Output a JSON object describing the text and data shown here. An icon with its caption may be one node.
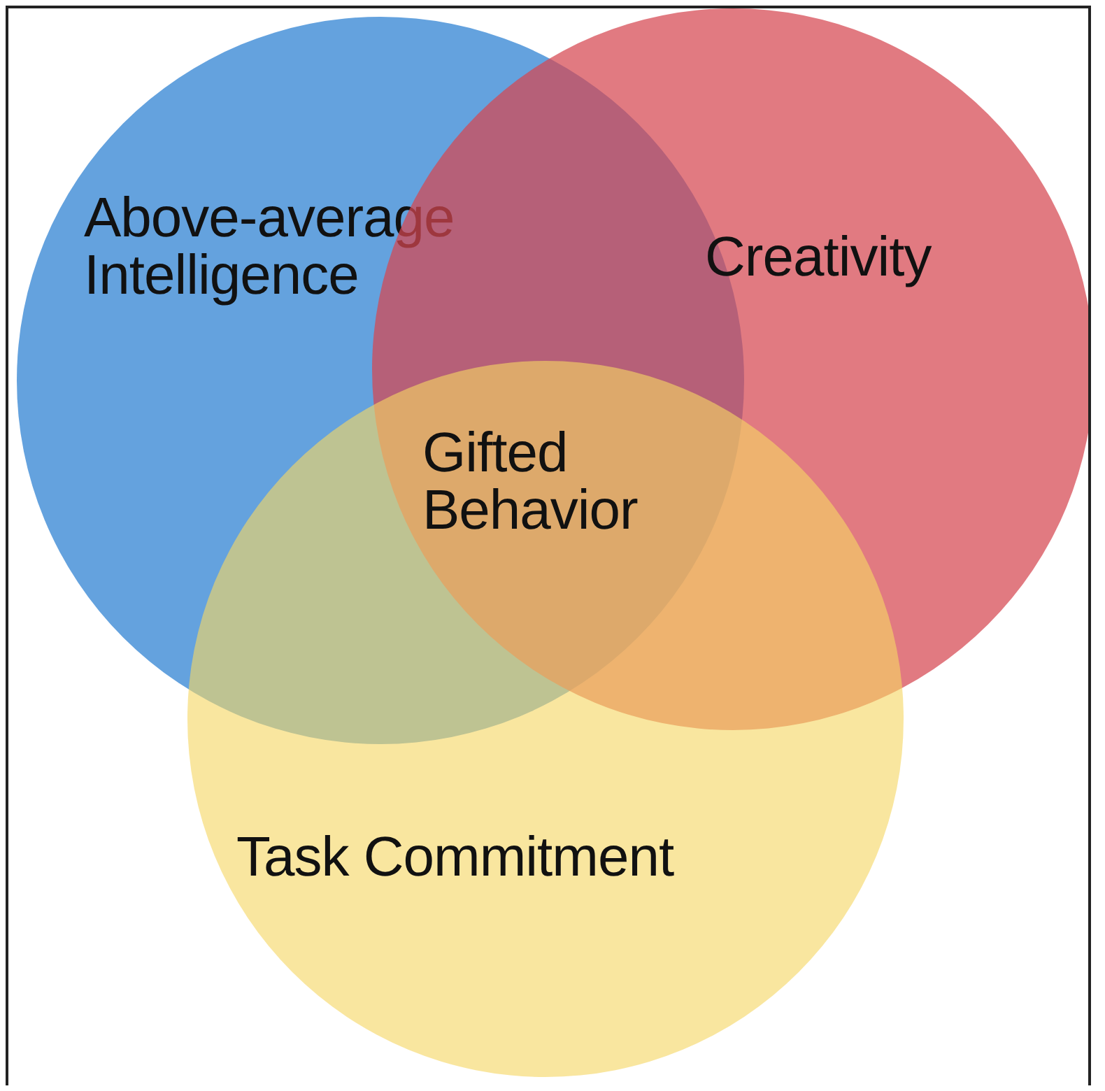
{
  "diagram": {
    "nodes": [
      {
        "text": [
          "Above-average Intelligence"
        ]
      },
      {
        "text": [
          "Creativity"
        ]
      },
      {
        "text": [
          "Task Commitment"
        ]
      }
    ],
    "labels": [
      "Gifted Behavior"
    ]
  }
}
